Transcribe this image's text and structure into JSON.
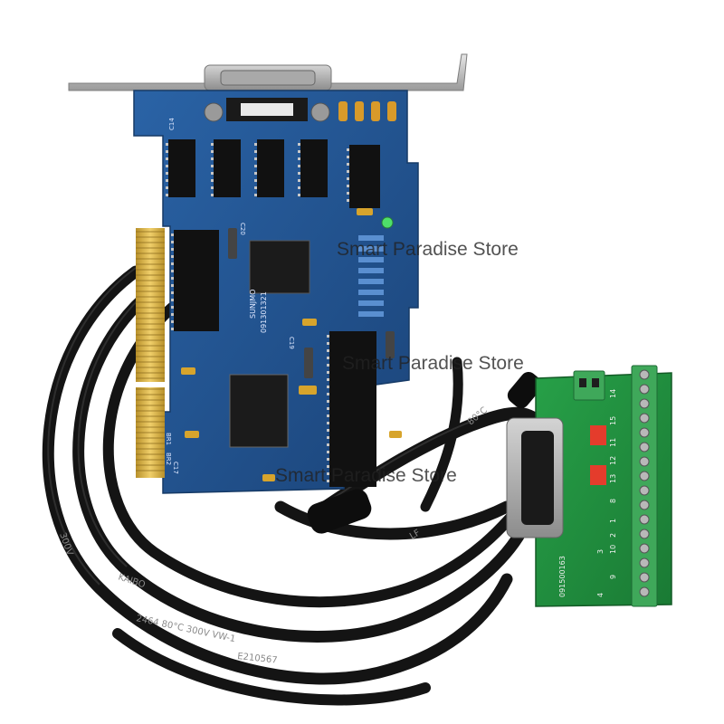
{
  "watermarks": [
    "Smart Paradise Store",
    "Smart Paradise Store",
    "Smart Paradise Store"
  ],
  "main_board": {
    "model_label": "SUNJMO",
    "serial_label": "091301321",
    "component_labels": [
      "C14",
      "C20",
      "C19",
      "C17",
      "BR1",
      "BR2"
    ]
  },
  "breakout_board": {
    "board_id": "091500163",
    "pin_labels": [
      "14",
      "15",
      "11",
      "12",
      "13",
      "8",
      "9",
      "10",
      "2",
      "1",
      "3",
      "4"
    ]
  },
  "cable": {
    "print_text": [
      "KAIBO",
      "2464 80°C 300V VW-1",
      "E210567",
      "LF",
      "80°C",
      "300V"
    ]
  },
  "colors": {
    "pcb_blue": "#1f4f8c",
    "pcb_green": "#1f8a3a",
    "terminal_green": "#3fa85a",
    "gold": "#d9b040",
    "cable": "#141414",
    "bracket": "#b8b8b8"
  }
}
